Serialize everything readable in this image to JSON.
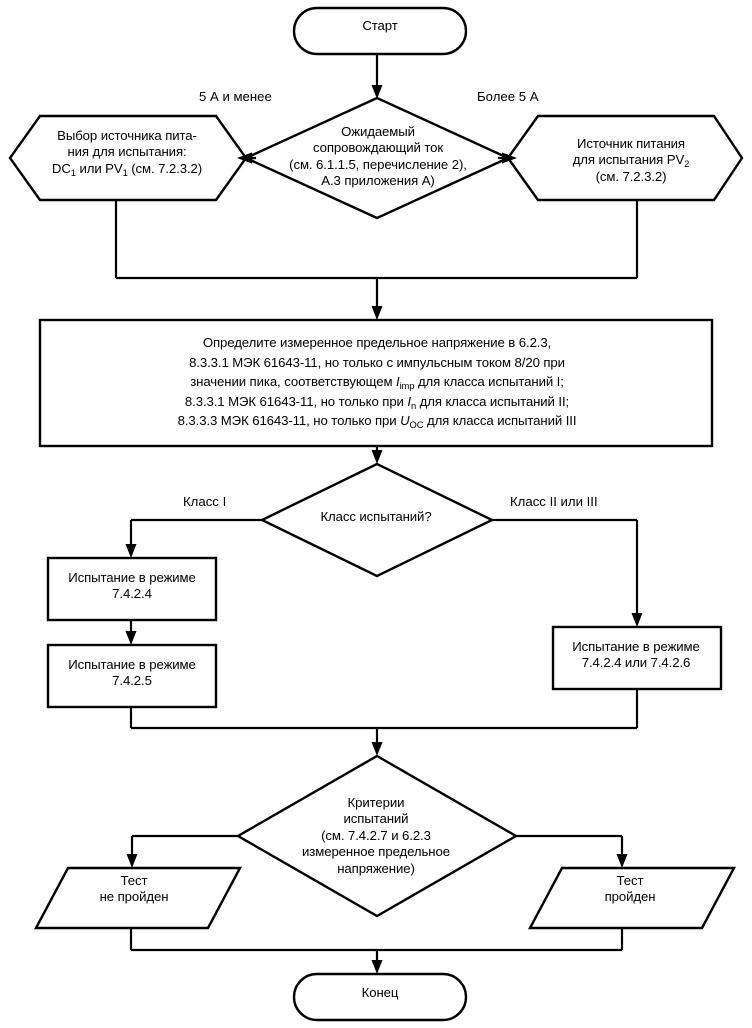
{
  "diagram": {
    "title": "Flowchart: SPD test procedure",
    "language": "ru",
    "colors": {
      "line": "#000000",
      "fill": "#ffffff",
      "text": "#000000"
    },
    "nodes": {
      "start": {
        "shape": "terminator",
        "label": "Старт"
      },
      "decision_current": {
        "shape": "diamond",
        "label": "Ожидаемый\nсопровождающий ток\n(см. 6.1.1.5, перечисление 2),\nА.3 приложения А)"
      },
      "hex_left": {
        "shape": "hexagon",
        "label_html": "Выбор источника пита-<br>ния для испытания:<br>DC<sub>1</sub> или PV<sub>1</sub> (см. 7.2.3.2)",
        "label_text": "Выбор источника питания для испытания: DC1 или PV1 (см. 7.2.3.2)"
      },
      "hex_right": {
        "shape": "hexagon",
        "label_html": "Источник питания<br>для испытания PV<sub>2</sub><br>(см. 7.2.3.2)",
        "label_text": "Источник питания для испытания PV2 (см. 7.2.3.2)"
      },
      "process_main": {
        "shape": "rectangle",
        "label_html": "Определите измеренное предельное напряжение в 6.2.3,<br>8.3.3.1 МЭК 61643-11, но только с импульсным током 8/20 при<br>значении пика, соответствующем <i>I</i><sub>imp</sub> для класса испытаний I;<br>8.3.3.1 МЭК 61643-11, но только при <i>I</i><sub>n</sub> для класса испытаний II;<br>8.3.3.3 МЭК 61643-11, но только при <i>U</i><sub>OC</sub> для класса испытаний III",
        "label_text": "Определите измеренное предельное напряжение в 6.2.3, 8.3.3.1 МЭК 61643-11, но только с импульсным током 8/20 при значении пика, соответствующем Iimp для класса испытаний I; 8.3.3.1 МЭК 61643-11, но только при In для класса испытаний II; 8.3.3.3 МЭК 61643-11, но только при UOC для класса испытаний III"
      },
      "decision_class": {
        "shape": "diamond",
        "label": "Класс испытаний?"
      },
      "box_mode_7424": {
        "shape": "rectangle",
        "label": "Испытание в режиме\n7.4.2.4"
      },
      "box_mode_7425": {
        "shape": "rectangle",
        "label": "Испытание в режиме\n7.4.2.5"
      },
      "box_mode_7424_7426": {
        "shape": "rectangle",
        "label": "Испытание в режиме\n7.4.2.4 или 7.4.2.6"
      },
      "decision_criteria": {
        "shape": "diamond",
        "label": "Критерии\nиспытаний\n(см. 7.4.2.7 и 6.2.3\nизмеренное предельное\nнапряжение)"
      },
      "result_fail": {
        "shape": "parallelogram",
        "label": "Тест\nне пройден"
      },
      "result_pass": {
        "shape": "parallelogram",
        "label": "Тест\nпройден"
      },
      "end": {
        "shape": "terminator",
        "label": "Конец"
      }
    },
    "edge_labels": {
      "current_le_5a": "5 А и менее",
      "current_gt_5a": "Более 5 А",
      "class_1": "Класс I",
      "class_2_3": "Класс II или III"
    }
  }
}
